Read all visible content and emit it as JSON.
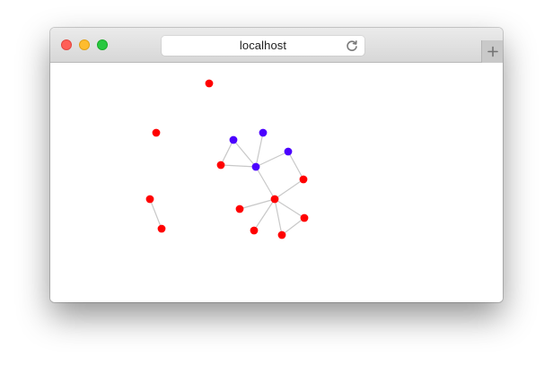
{
  "browser": {
    "address": "localhost",
    "reload_icon": "reload-icon",
    "new_tab_icon": "plus-icon"
  },
  "colors": {
    "red_node": "#ff0000",
    "blue_node": "#4b00ff",
    "edge": "#c8c8c8"
  },
  "graph": {
    "nodes": [
      {
        "id": "n1",
        "color": "red"
      },
      {
        "id": "n2",
        "color": "red"
      },
      {
        "id": "n3",
        "color": "blue"
      },
      {
        "id": "n4",
        "color": "blue"
      },
      {
        "id": "n5",
        "color": "blue"
      },
      {
        "id": "n6",
        "color": "red"
      },
      {
        "id": "n7",
        "color": "blue"
      },
      {
        "id": "n8",
        "color": "red"
      },
      {
        "id": "n9",
        "color": "red"
      },
      {
        "id": "n10",
        "color": "red"
      },
      {
        "id": "n11",
        "color": "red"
      },
      {
        "id": "n12",
        "color": "red"
      },
      {
        "id": "n13",
        "color": "red"
      },
      {
        "id": "n14",
        "color": "red"
      },
      {
        "id": "n15",
        "color": "red"
      }
    ],
    "edges": [
      [
        "n3",
        "n6"
      ],
      [
        "n3",
        "n7"
      ],
      [
        "n6",
        "n7"
      ],
      [
        "n4",
        "n7"
      ],
      [
        "n5",
        "n7"
      ],
      [
        "n5",
        "n8"
      ],
      [
        "n7",
        "n10"
      ],
      [
        "n8",
        "n10"
      ],
      [
        "n10",
        "n11"
      ],
      [
        "n10",
        "n12"
      ],
      [
        "n10",
        "n13"
      ],
      [
        "n10",
        "n14"
      ],
      [
        "n14",
        "n12"
      ],
      [
        "n9",
        "n15"
      ]
    ]
  }
}
